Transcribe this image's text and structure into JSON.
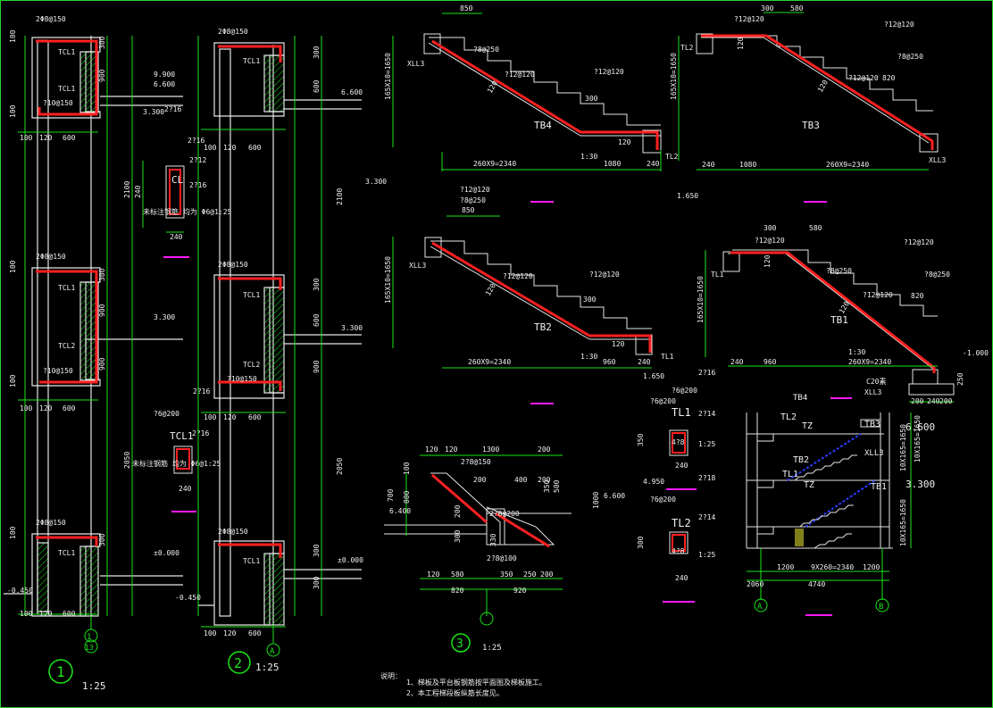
{
  "colors": {
    "bg": "#000000",
    "dim": "#19e619",
    "wall": "#e6e6e6",
    "rebar": "#ff2020",
    "label": "#f0f0f0",
    "hatch": "#19e619",
    "magenta": "#ff19ff",
    "blue": "#2a3cff",
    "yellow": "#ffff33"
  },
  "d1": {
    "rebar_top": "2Φ8@150",
    "tcl1": "TCL1",
    "tcl2": "TCL2",
    "stir": "?10@150",
    "elev_9900": "9.900",
    "elev_6600": "6.600",
    "elev_3300": "3.300",
    "elev_zero": "±0.000",
    "elev_neg": "-0.450",
    "d100": "100",
    "d120": "120",
    "d600": "600",
    "d300": "300",
    "d900": "900",
    "d2100": "2100",
    "d2050": "2050",
    "r2216": "2?16",
    "axis1": "1",
    "axis13": "13",
    "title": "1",
    "scale": "1:25"
  },
  "d2": {
    "rebar_top": "2Φ8@150",
    "tcl1": "TCL1",
    "tcl2": "TCL2",
    "stir": "?10@150",
    "r2216": "2?16",
    "elev_6600": "6.600",
    "elev_3300": "3.300",
    "elev_zero": "±0.000",
    "elev_neg": "-0.450",
    "d100": "100",
    "d120": "120",
    "d600": "600",
    "d300": "300",
    "d900": "900",
    "d2100": "2100",
    "d2050": "2050",
    "axis_a": "A",
    "title": "2",
    "scale": "1:25"
  },
  "cl": {
    "label": "CL",
    "r2212": "2?12",
    "r2216": "2?16",
    "note": "未标注钢筋 均为 Φ6@1:25",
    "w": "240",
    "h": "240"
  },
  "tcl1s": {
    "label": "TCL1",
    "r2216": "2?16",
    "note": "未标注钢筋 均为 Φ6@1:25",
    "w": "240",
    "r6": "?6@200"
  },
  "tb4": {
    "label": "TB4",
    "d850": "850",
    "r8": "?8@250",
    "r12": "?12@120",
    "r12b": "?12@120",
    "d120": "120",
    "d300": "300",
    "vdim": "165X10=1650",
    "xll3": "XLL3",
    "tl2": "TL2",
    "span": "260X9=2340",
    "d1080": "1080",
    "d240": "240",
    "slope": "1:30",
    "elev": "3.300",
    "top": "?8@250"
  },
  "tb3": {
    "label": "TB3",
    "d300": "300",
    "d580": "580",
    "r12": "?12@120",
    "r12b": "?12@120",
    "r12c": "?12@120",
    "r8": "?8@250",
    "d820": "820",
    "d120": "120",
    "vdim": "165X10=1650",
    "tl2": "TL2",
    "xll3": "XLL3",
    "d240": "240",
    "d1080": "1080",
    "span": "260X9=2340"
  },
  "tb2": {
    "label": "TB2",
    "d850": "850",
    "r8": "?8@250",
    "r12": "?12@120",
    "r12b": "?12@120",
    "d120": "120",
    "d300": "300",
    "vdim": "165X10=1650",
    "xll3": "XLL3",
    "tl1": "TL1",
    "span": "260X9=2340",
    "d960": "960",
    "d240": "240",
    "slope": "1:30",
    "elev": "1.650",
    "top": "?12@120"
  },
  "tb1": {
    "label": "TB1",
    "d300": "300",
    "d580": "580",
    "r12": "?12@120",
    "r12b": "?12@120",
    "r8": "?8@250",
    "r8b": "?8@250",
    "d820": "820",
    "d120": "120",
    "vdim": "165X10=1650",
    "tl1": "TL1",
    "xll3": "XLL3",
    "d240": "240",
    "d960": "960",
    "span": "260X9=2340",
    "slope": "1:30",
    "elev": "-1.000",
    "c20": "C20素",
    "d200": "200",
    "d200b": "200",
    "d250": "250",
    "elev2": "1.650",
    "r2216": "2?16",
    "r6": "?6@200"
  },
  "d3": {
    "d120": "120",
    "d120b": "120",
    "d1300": "1300",
    "d200": "200",
    "r8": "2?8@150",
    "d200b": "200",
    "d400": "400",
    "d200c": "200",
    "d700": "700",
    "d800": "800",
    "d100": "100",
    "d350": "350",
    "d500": "500",
    "d1000": "1000",
    "elev_6600": "6.600",
    "elev_6400": "6.400",
    "d200d": "200",
    "d300": "300",
    "d330": "330",
    "r8b": "2?8@200",
    "r8c": "2?8@100",
    "d120c": "120",
    "d580": "580",
    "d350b": "350",
    "d250": "250",
    "d200e": "200",
    "d820": "820",
    "d920": "920",
    "title": "3",
    "scale": "1:25"
  },
  "tl1s": {
    "label": "TL1",
    "r2214": "2?14",
    "r2218": "2?18",
    "d350": "350",
    "size": "?6@200",
    "w": "240",
    "scale": "1:25",
    "elev": "4.950",
    "note": "4?8"
  },
  "tl2s": {
    "label": "TL2",
    "r2214": "2?14",
    "d300": "300",
    "size": "?6@200",
    "w": "240",
    "scale": "1:25",
    "note": "4?8"
  },
  "sec": {
    "tb4": "TB4",
    "tl2": "TL2",
    "tz": "TZ",
    "tb3": "TB3",
    "xll3": "XLL3",
    "tb2": "TB2",
    "tl1": "TL1",
    "tz2": "TZ",
    "tb1": "TB1",
    "e6600": "6.600",
    "e3300": "3.300",
    "v1": "10X165=1650",
    "v2": "10X165=1650",
    "v3": "10X165=1650",
    "d1200": "1200",
    "d9x260": "9X260=2340",
    "d1200b": "1200",
    "d2060": "2060",
    "d4740": "4740",
    "axA": "A",
    "axB": "B"
  },
  "notes": {
    "head": "说明：",
    "n1": "1、梯板及平台板钢筋按平面图及梯板施工。",
    "n2": "2、本工程梯段板纵筋长度见。"
  }
}
